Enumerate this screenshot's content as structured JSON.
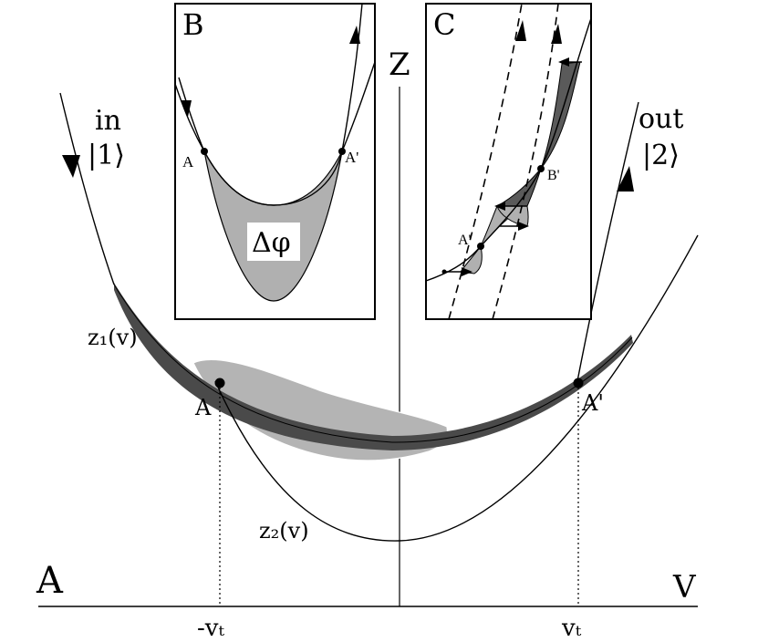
{
  "panel_a": {
    "label": "A",
    "axis_z": "Z",
    "axis_v": "V",
    "in_label": "in",
    "in_state": "|1⟩",
    "out_label": "out",
    "out_state": "|2⟩",
    "z1_label": "z₁(v)",
    "z2_label": "z₂(v)",
    "point_a": "A",
    "point_a_prime": "A'",
    "tick_minus_vt": "-vₜ",
    "tick_vt": "vₜ"
  },
  "panel_b": {
    "label": "B",
    "point_a": "A",
    "point_a_prime": "A'",
    "phase_label": "Δφ"
  },
  "panel_c": {
    "label": "C",
    "point_a_prime": "A'",
    "point_b_prime": "B'"
  },
  "colors": {
    "dark_band": "#4a4a4a",
    "light_band": "#b4b4b4",
    "fill_gray": "#b0b0b0",
    "fill_dark": "#5a5a5a"
  }
}
